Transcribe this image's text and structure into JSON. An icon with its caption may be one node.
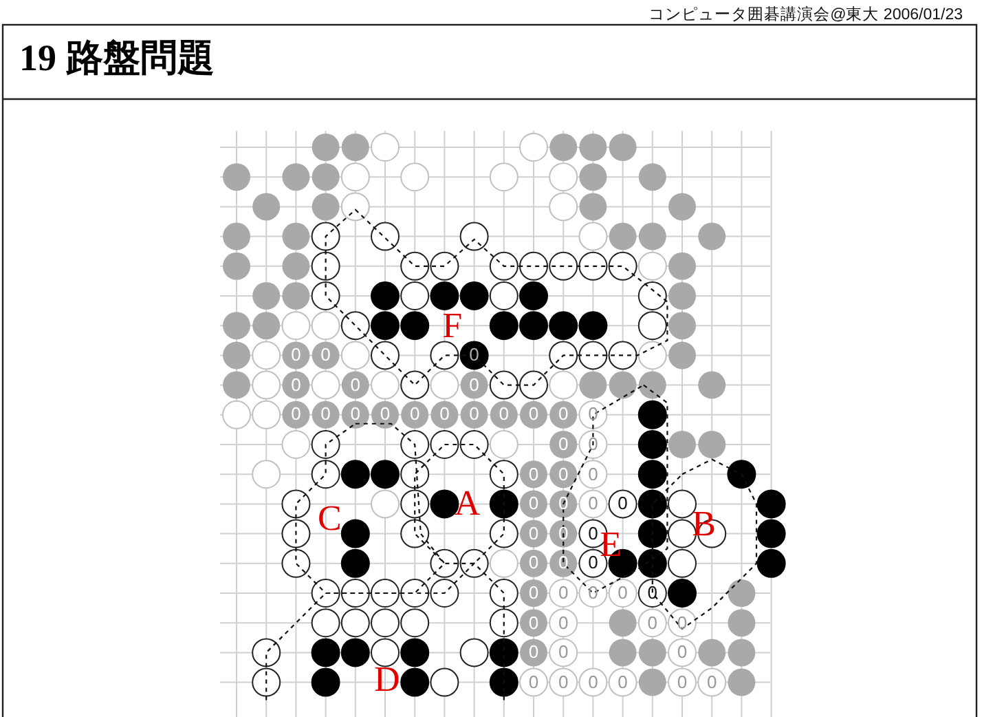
{
  "diagram": {
    "title": "19 路盤問題",
    "labels": [
      "コンピュータ囲碁講演会@東大 2006/01/23",
      "F",
      "A",
      "C",
      "E",
      "B",
      "D",
      "0",
      "0",
      "0",
      "0",
      "0",
      "0",
      "0",
      "0",
      "0",
      "0",
      "0",
      "0",
      "0",
      "0",
      "0",
      "0",
      "0",
      "0",
      "0",
      "0",
      "0",
      "0",
      "0",
      "0",
      "0",
      "0",
      "0",
      "0",
      "0",
      "0",
      "0",
      "0",
      "0",
      "0",
      "0",
      "0",
      "0",
      "0",
      "0",
      "0",
      "0",
      "0",
      "0",
      "0",
      "0",
      "0",
      "0",
      "0",
      "0",
      "0"
    ]
  }
}
